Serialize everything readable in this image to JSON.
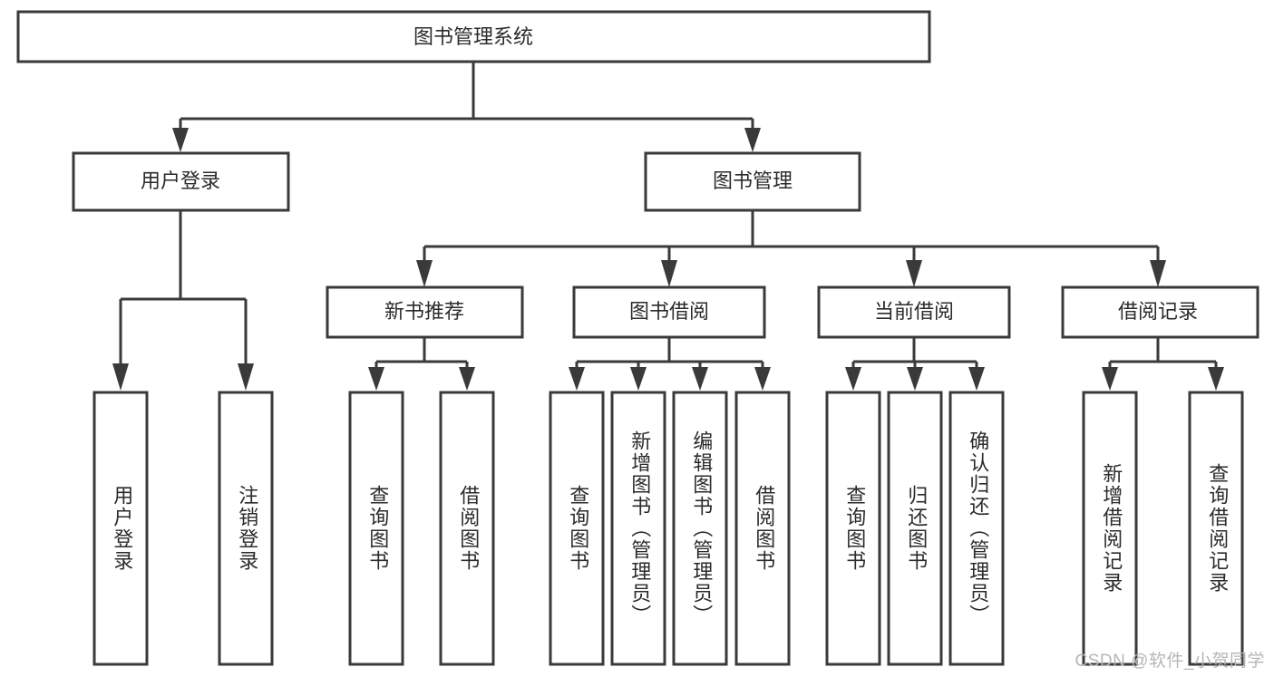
{
  "diagram": {
    "type": "tree-hierarchy",
    "title": "图书管理系统",
    "orientation": "top-down",
    "watermark": "CSDN @软件_小贺同学",
    "colors": {
      "stroke": "#3a3a3a",
      "fill": "#ffffff",
      "text": "#2b2b2b",
      "watermark": "#b6b6b6"
    },
    "levels": {
      "root": "图书管理系统",
      "level2": [
        "用户登录",
        "图书管理"
      ],
      "level3": [
        "新书推荐",
        "图书借阅",
        "当前借阅",
        "借阅记录"
      ],
      "leaves": [
        "用户登录",
        "注销登录",
        "查询图书",
        "借阅图书",
        "查询图书",
        "新增图书（管理员）",
        "编辑图书（管理员）",
        "借阅图书",
        "查询图书",
        "归还图书",
        "确认归还（管理员）",
        "新增借阅记录",
        "查询借阅记录"
      ]
    },
    "nodes": {
      "root": {
        "label": "图书管理系统"
      },
      "user_login": {
        "label": "用户登录"
      },
      "book_mgmt": {
        "label": "图书管理"
      },
      "new_book_rec": {
        "label": "新书推荐"
      },
      "book_borrow": {
        "label": "图书借阅"
      },
      "current_borrow": {
        "label": "当前借阅"
      },
      "borrow_record": {
        "label": "借阅记录"
      },
      "leaf_user_login": {
        "label": "用户登录"
      },
      "leaf_logout": {
        "label": "注销登录"
      },
      "leaf_query_book_a": {
        "label": "查询图书"
      },
      "leaf_borrow_book_a": {
        "label": "借阅图书"
      },
      "leaf_query_book_b": {
        "label": "查询图书"
      },
      "leaf_add_book": {
        "label": "新增图书（管理员）"
      },
      "leaf_edit_book": {
        "label": "编辑图书（管理员）"
      },
      "leaf_borrow_book_b": {
        "label": "借阅图书"
      },
      "leaf_query_book_c": {
        "label": "查询图书"
      },
      "leaf_return_book": {
        "label": "归还图书"
      },
      "leaf_confirm_return": {
        "label": "确认归还（管理员）"
      },
      "leaf_add_record": {
        "label": "新增借阅记录"
      },
      "leaf_query_record": {
        "label": "查询借阅记录"
      }
    },
    "edges": [
      {
        "from": "root",
        "to": "user_login"
      },
      {
        "from": "root",
        "to": "book_mgmt"
      },
      {
        "from": "user_login",
        "to": "leaf_user_login"
      },
      {
        "from": "user_login",
        "to": "leaf_logout"
      },
      {
        "from": "book_mgmt",
        "to": "new_book_rec"
      },
      {
        "from": "book_mgmt",
        "to": "book_borrow"
      },
      {
        "from": "book_mgmt",
        "to": "current_borrow"
      },
      {
        "from": "book_mgmt",
        "to": "borrow_record"
      },
      {
        "from": "new_book_rec",
        "to": "leaf_query_book_a"
      },
      {
        "from": "new_book_rec",
        "to": "leaf_borrow_book_a"
      },
      {
        "from": "book_borrow",
        "to": "leaf_query_book_b"
      },
      {
        "from": "book_borrow",
        "to": "leaf_add_book"
      },
      {
        "from": "book_borrow",
        "to": "leaf_edit_book"
      },
      {
        "from": "book_borrow",
        "to": "leaf_borrow_book_b"
      },
      {
        "from": "current_borrow",
        "to": "leaf_query_book_c"
      },
      {
        "from": "current_borrow",
        "to": "leaf_return_book"
      },
      {
        "from": "current_borrow",
        "to": "leaf_confirm_return"
      },
      {
        "from": "borrow_record",
        "to": "leaf_add_record"
      },
      {
        "from": "borrow_record",
        "to": "leaf_query_record"
      }
    ]
  }
}
